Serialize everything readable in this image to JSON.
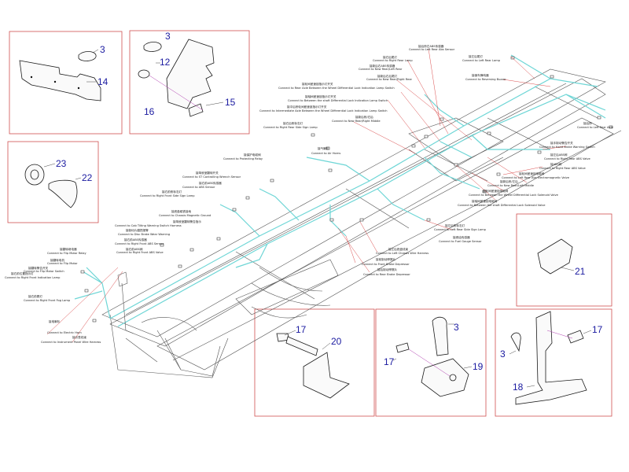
{
  "figure": {
    "callouts": [
      "3",
      "14",
      "3",
      "12",
      "15",
      "16",
      "23",
      "22",
      "21",
      "17",
      "20",
      "3",
      "17",
      "19",
      "3",
      "17",
      "18"
    ],
    "connector_labels": [
      {
        "cn": "接后桥左ABS传感器",
        "en": "Connect to Left Rear Abs Sensor"
      },
      {
        "cn": "接右后尾灯",
        "en": "Connect to Right Rear Lamp"
      },
      {
        "cn": "接新后右ABS传感器",
        "en": "Connect to New Rear/Left Rear"
      },
      {
        "cn": "接新后右后尾灯",
        "en": "Connect to New Rear/Right Rear"
      },
      {
        "cn": "接轮间差速锁指示灯开关",
        "en": "Connect to Rear Axle Between the Wheel Differential Lock Indication Lamp Switch"
      },
      {
        "cn": "接轴间差速锁指示灯开关",
        "en": "Connect to Between the shaft Differential Lock Indication Lamp Switch"
      },
      {
        "cn": "接中后桥轮间差速锁指示灯开关",
        "en": "Connect to Intermediate Axle Between the Wheel Differential Lock Indication Lamp Switch"
      },
      {
        "cn": "接新后桥/右后",
        "en": "Connect to New Rear/Right Middle"
      },
      {
        "cn": "接右后侧标志灯",
        "en": "Connect to Right Rear Side Sign Lamp"
      },
      {
        "cn": "接气喇叭",
        "en": "Connect to Air Horns"
      },
      {
        "cn": "接左后尾灯",
        "en": "Connect to Left Rear Lamp"
      },
      {
        "cn": "接倒车蜂鸣器",
        "en": "Connect to Reversing Buzzer"
      },
      {
        "cn": "接后桥",
        "en": "Connect to Left Rear Axle"
      },
      {
        "cn": "接手制动警告开关",
        "en": "Connect to Hand Brake Warning Switch"
      },
      {
        "cn": "接左后ABS阀",
        "en": "Connect to Right Rear ABS Valve"
      },
      {
        "cn": "接ABS阀",
        "en": "Connect to Right Rear ABS Valve"
      },
      {
        "cn": "接轮间差速锁电磁阀",
        "en": "Connect to Left Rear Abs Electromagnetic Valve"
      },
      {
        "cn": "接新后桥/左后",
        "en": "Connect to New Rear/Left Middle"
      },
      {
        "cn": "接轮间差速锁电磁阀",
        "en": "Connect to Between the Wheel Differential Lock Solenoid Valve"
      },
      {
        "cn": "接轴间差速锁电磁阀",
        "en": "Connect to Between the shaft Differential Lock Solenoid Valve"
      },
      {
        "cn": "接保护电磁阀",
        "en": "Connect to Protecting Relay"
      },
      {
        "cn": "接驾驶室翻转开关",
        "en": "Connect to ST Controlling Wrench Sensor"
      },
      {
        "cn": "接右前ABS传感器",
        "en": "Connect to ABS Sensor"
      },
      {
        "cn": "接右前侧标志灯",
        "en": "Connect to Right Front Side Sign Lamp"
      },
      {
        "cn": "接底盘磁铁接地",
        "en": "Connect to Chassis Magnetic Ground"
      },
      {
        "cn": "接驾驶室翻转警告指示",
        "en": "Connect to Cab Tilting Warning Switch Harness"
      },
      {
        "cn": "接制动片磨损报警",
        "en": "Connect to Disc Brake Wear Warning"
      },
      {
        "cn": "接右前ABS传感器",
        "en": "Connect to Right Front ABS Sensor"
      },
      {
        "cn": "接右前ABS阀",
        "en": "Connect to Right Front ABS Valve"
      },
      {
        "cn": "接翻转继电器",
        "en": "Connect to Flip Motor Relay"
      },
      {
        "cn": "接翻转电机",
        "en": "Connect to Flip Motor"
      },
      {
        "cn": "接翻转警告开关",
        "en": "Connect to Flip Motor Switch"
      },
      {
        "cn": "接右前位置指示灯",
        "en": "Connect to Right Front Indication Lamp"
      },
      {
        "cn": "接右前雾灯",
        "en": "Connect to Right Front Fog Lamp"
      },
      {
        "cn": "接电喇叭",
        "en": "Connect to Electric Horn"
      },
      {
        "cn": "接仪表线束",
        "en": "Connect to Instrument Panel Wire Harness"
      },
      {
        "cn": "接燃油传感器",
        "en": "Connect to Fuel Gauge Sensor"
      },
      {
        "cn": "接左后侧标志灯",
        "en": "Connect to Left Rear Side Sign Lamp"
      },
      {
        "cn": "接左后底盘线束",
        "en": "Connect to Left Chassis Wire Harness"
      },
      {
        "cn": "接前制动摩擦片",
        "en": "Connect to Front Brake Depressor"
      },
      {
        "cn": "接后制动摩擦片",
        "en": "Connect to Rear Brake Depressor"
      }
    ]
  }
}
